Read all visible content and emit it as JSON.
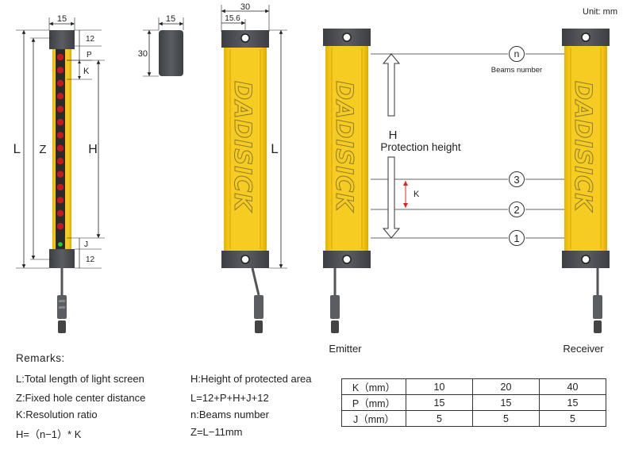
{
  "unit_label": "Unit: mm",
  "dims": {
    "top_width": "15",
    "cap_width": "15",
    "cap_height": "30",
    "front_width": "30",
    "hole_offset": "15.6",
    "top_margin": "12",
    "bottom_margin": "12",
    "p": "P",
    "k": "K",
    "j": "J",
    "l": "L",
    "z": "Z",
    "h": "H",
    "front_l": "L"
  },
  "brand_text": "DADISICK",
  "protection": {
    "h_label": "H",
    "h_caption": "Protection height",
    "k_label": "K",
    "beam_n": "n",
    "beams_caption": "Beams number",
    "beam_3": "3",
    "beam_2": "2",
    "beam_1": "1"
  },
  "emitter_label": "Emitter",
  "receiver_label": "Receiver",
  "remarks": {
    "title": "Remarks:",
    "l_def": "L:Total length of light screen",
    "z_def": "Z:Fixed hole center distance",
    "k_def": "K:Resolution ratio",
    "h_formula": "H=（n−1）* K",
    "h_def": "H:Height of protected area",
    "l_formula": "L=12+P+H+J+12",
    "n_def": "n:Beams number",
    "z_formula": "Z=L−11mm"
  },
  "spec_table": {
    "rows": [
      {
        "label": "K（mm）",
        "values": [
          "10",
          "20",
          "40"
        ]
      },
      {
        "label": "P（mm）",
        "values": [
          "15",
          "15",
          "15"
        ]
      },
      {
        "label": "J（mm）",
        "values": [
          "5",
          "5",
          "5"
        ]
      }
    ]
  },
  "colors": {
    "yellow": "#f5c518",
    "yellow_dark": "#d9a800",
    "cap": "#4a4d52",
    "led_red": "#c8161d",
    "led_green": "#22cc33",
    "beam_red": "#e02020"
  }
}
